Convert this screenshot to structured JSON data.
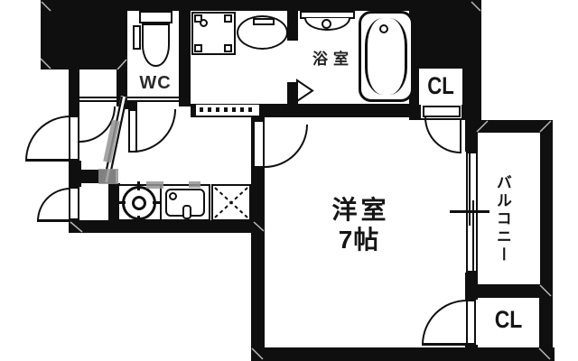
{
  "floorplan": {
    "labels": {
      "wc": "WC",
      "bathroom": "浴室",
      "closet_top": "CL",
      "closet_bottom": "CL",
      "main_room_name": "洋室",
      "main_room_size": "7帖",
      "balcony": "バルコニー"
    },
    "colors": {
      "wall": "#0f0f0f",
      "floor": "#ffffff",
      "watermark_gray": "#949494"
    }
  }
}
